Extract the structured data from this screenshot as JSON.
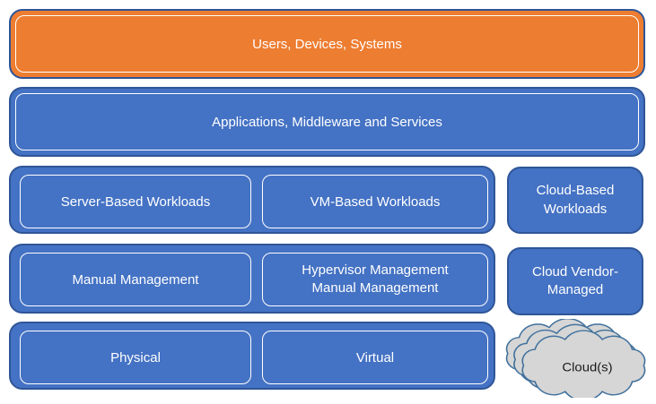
{
  "colors": {
    "orange_fill": "#ED7D31",
    "blue_fill": "#4472C4",
    "outline_blue": "#2F5597",
    "inner_outline": "#FFFFFF",
    "cloud_fill": "#D6D6D6",
    "cloud_stroke": "#41719C",
    "text_light": "#FFFFFF",
    "text_dark": "#1A1A1A"
  },
  "layers": {
    "users": {
      "label": "Users, Devices, Systems"
    },
    "applications": {
      "label": "Applications, Middleware and Services"
    },
    "workloads": {
      "server": "Server-Based Workloads",
      "vm": "VM-Based Workloads",
      "cloud": "Cloud-Based\nWorkloads"
    },
    "management": {
      "manual": "Manual Management",
      "hypervisor": "Hypervisor Management\nManual Management",
      "cloud": "Cloud Vendor-\nManaged"
    },
    "infrastructure": {
      "physical": "Physical",
      "virtual": "Virtual",
      "cloud": "Cloud(s)"
    }
  }
}
